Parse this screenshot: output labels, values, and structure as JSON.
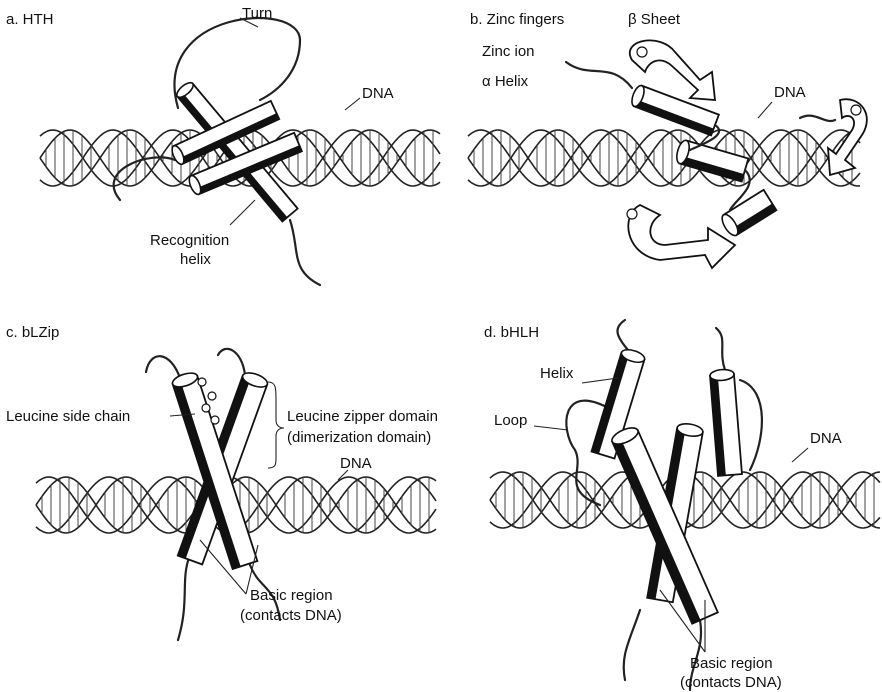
{
  "panels": {
    "hth": {
      "title": "a. HTH",
      "labels": {
        "turn": "Turn",
        "dna": "DNA",
        "recognition_line1": "Recognition",
        "recognition_line2": "helix"
      }
    },
    "zinc": {
      "title": "b. Zinc fingers",
      "labels": {
        "beta_sheet": "β Sheet",
        "zinc_ion": "Zinc ion",
        "alpha_helix": "α Helix",
        "dna": "DNA"
      }
    },
    "blzip": {
      "title": "c. bLZip",
      "labels": {
        "leucine_side_chain": "Leucine side chain",
        "zipper_line1": "Leucine zipper domain",
        "zipper_line2": "(dimerization domain)",
        "dna": "DNA",
        "basic_line1": "Basic region",
        "basic_line2": "(contacts DNA)"
      }
    },
    "bhlh": {
      "title": "d. bHLH",
      "labels": {
        "helix": "Helix",
        "loop": "Loop",
        "dna": "DNA",
        "basic_line1": "Basic region",
        "basic_line2": "(contacts DNA)"
      }
    }
  }
}
